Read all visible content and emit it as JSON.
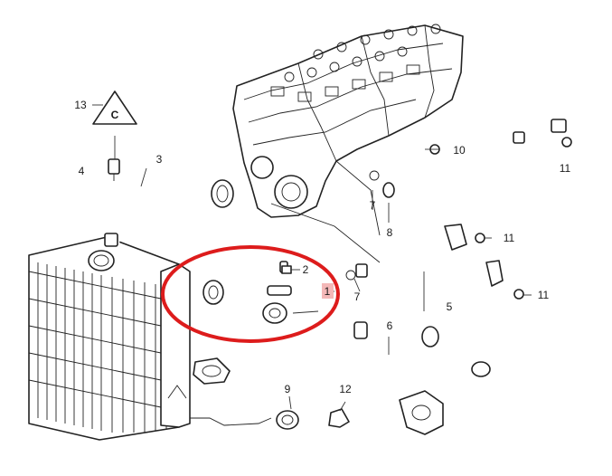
{
  "diagram": {
    "callouts": {
      "c1": "1",
      "c2": "2",
      "c3": "3",
      "c4": "4",
      "c5": "5",
      "c6": "6",
      "c7a": "7",
      "c7b": "7",
      "c8": "8",
      "c9": "9",
      "c10": "10",
      "c11a": "11",
      "c11b": "11",
      "c11c": "11",
      "c12": "12",
      "c13": "13"
    },
    "warning_symbol_label": "C",
    "highlight_color": "#dd1c1c",
    "callout_highlight_color": "#f4b8b8"
  }
}
